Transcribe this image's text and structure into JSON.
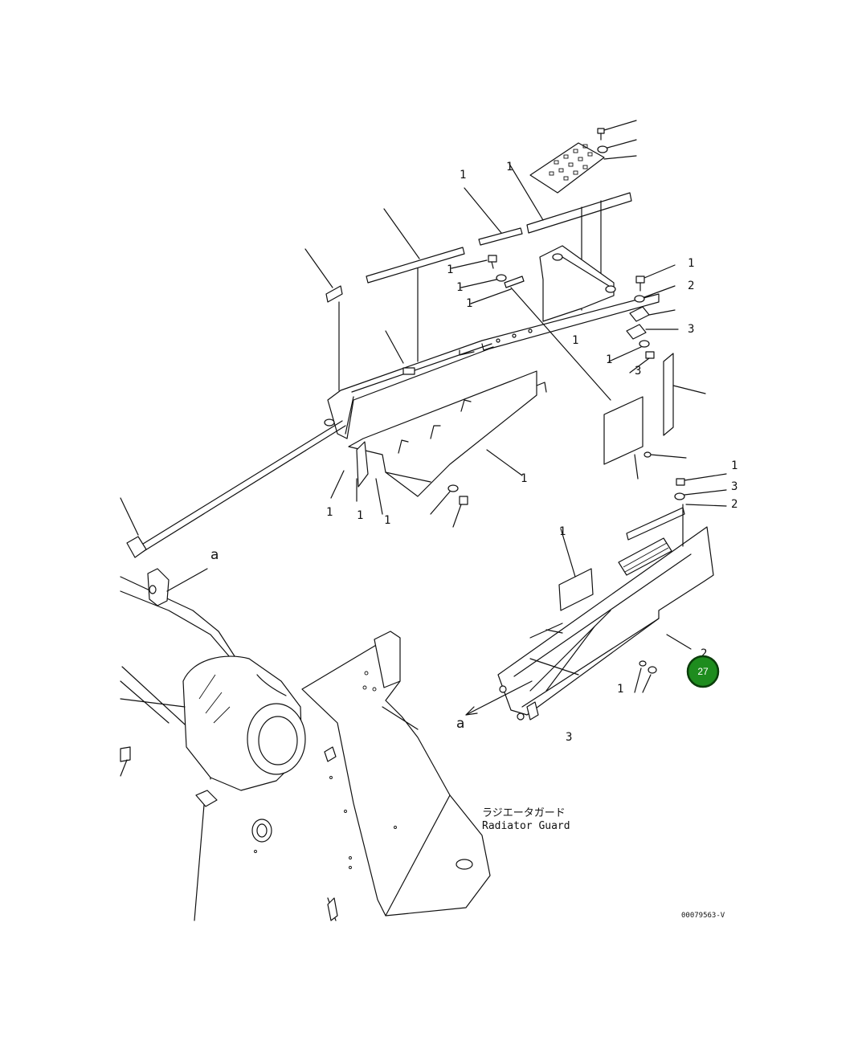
{
  "caption": {
    "japanese": "ラジエータガード",
    "english": "Radiator Guard"
  },
  "drawing_number": "00079563-V",
  "marker": {
    "label": "27",
    "color": "#1e8c1e",
    "ring_color": "#0b3d0b"
  },
  "callouts": [
    "a",
    "a"
  ],
  "part_numbers": [
    "1",
    "2",
    "3",
    "1",
    "3",
    "2",
    "1",
    "3",
    "1",
    "1",
    "1",
    "1",
    "1",
    "1",
    "1",
    "1",
    "1",
    "1",
    "1",
    "1",
    "3",
    "2"
  ]
}
